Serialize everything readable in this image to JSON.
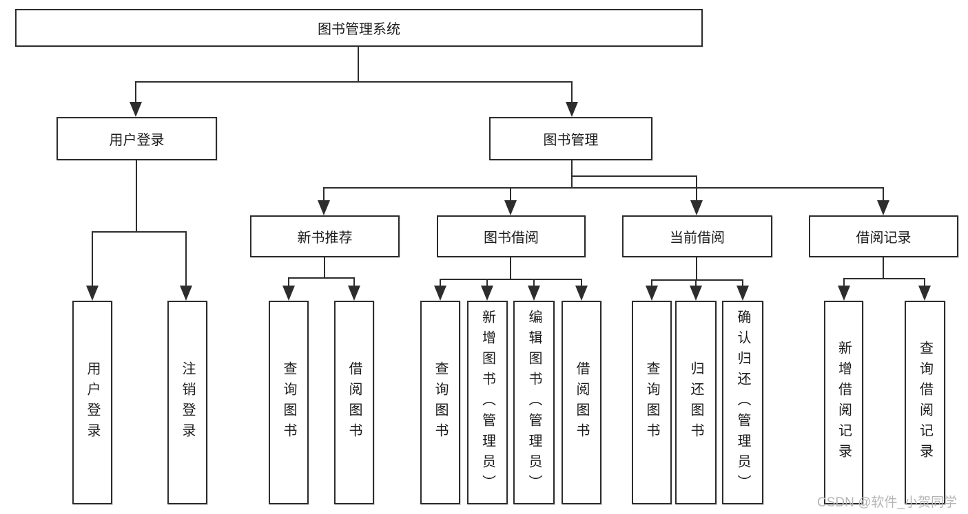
{
  "diagram": {
    "root": {
      "label": "图书管理系统"
    },
    "level2": {
      "user_login": {
        "label": "用户登录"
      },
      "book_mgmt": {
        "label": "图书管理"
      }
    },
    "level3": {
      "new_book_rec": {
        "label": "新书推荐"
      },
      "book_borrow": {
        "label": "图书借阅"
      },
      "current_borrow": {
        "label": "当前借阅"
      },
      "borrow_record": {
        "label": "借阅记录"
      }
    },
    "leaves": [
      {
        "parent": "用户登录",
        "label": "用户登录"
      },
      {
        "parent": "用户登录",
        "label": "注销登录"
      },
      {
        "parent": "新书推荐",
        "label": "查询图书"
      },
      {
        "parent": "新书推荐",
        "label": "借阅图书"
      },
      {
        "parent": "图书借阅",
        "label": "查询图书"
      },
      {
        "parent": "图书借阅",
        "label": "新增图书（管理员）"
      },
      {
        "parent": "图书借阅",
        "label": "编辑图书（管理员）"
      },
      {
        "parent": "图书借阅",
        "label": "借阅图书"
      },
      {
        "parent": "当前借阅",
        "label": "查询图书"
      },
      {
        "parent": "当前借阅",
        "label": "归还图书"
      },
      {
        "parent": "当前借阅",
        "label": "确认归还（管理员）"
      },
      {
        "parent": "借阅记录",
        "label": "新增借阅记录"
      },
      {
        "parent": "借阅记录",
        "label": "查询借阅记录"
      }
    ]
  },
  "watermark": {
    "text": "CSDN @软件_小贺同学"
  },
  "colors": {
    "line": "#2d2d2d",
    "text": "#1c1c1c",
    "watermark": "#b5b5b5",
    "background": "#ffffff"
  }
}
